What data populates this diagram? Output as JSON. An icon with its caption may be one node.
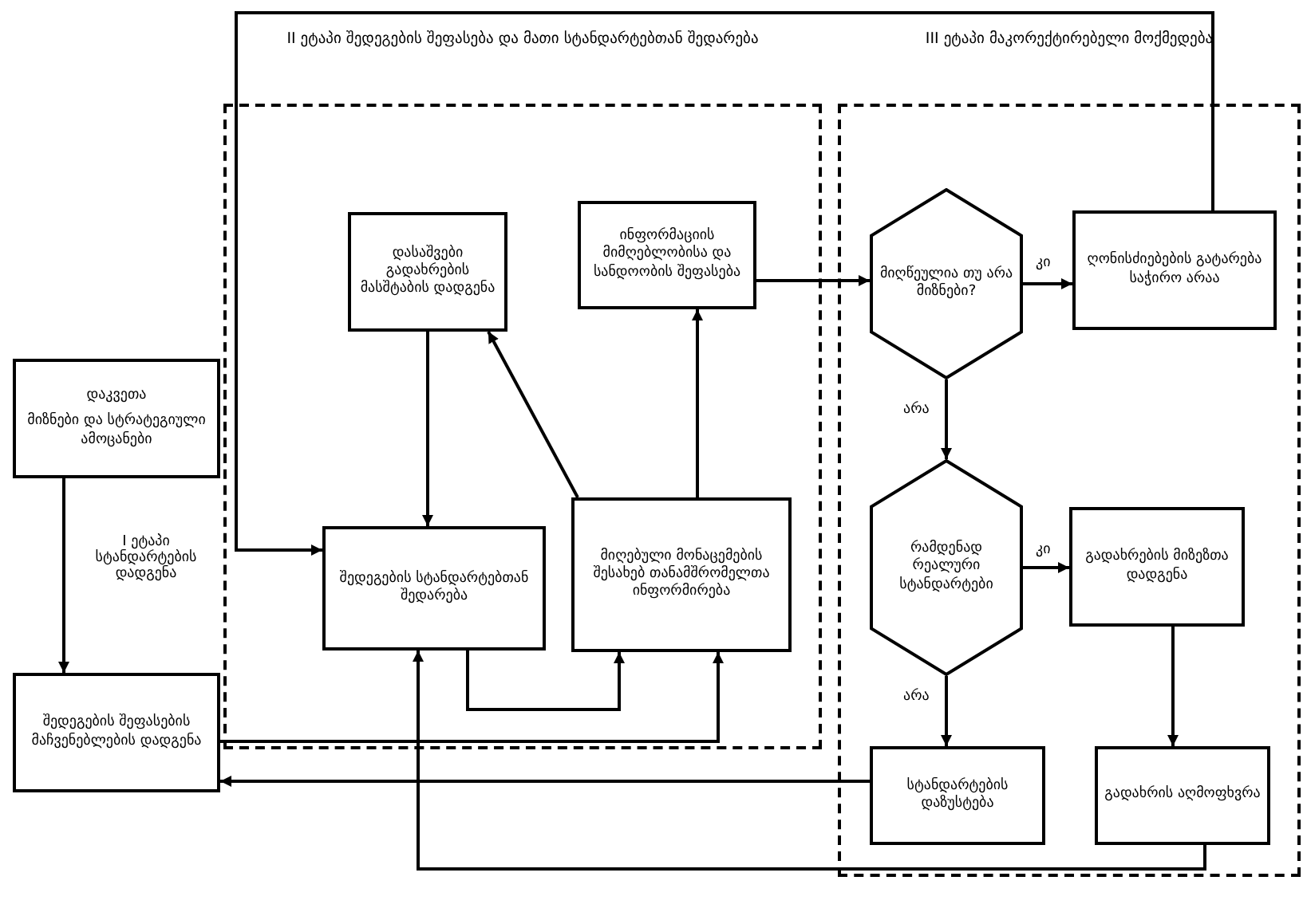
{
  "diagram": {
    "nodes": [
      {
        "text": [
          "II ეტაპი შედეგების შეფასება და მათი სტანდარტებთან შედარება"
        ]
      },
      {
        "text": [
          "III ეტაპი მაკორექტირებელი მოქმედება"
        ]
      },
      {
        "text": [
          "დაკვეთა",
          "მიზნები და სტრატეგიული ამოცანები"
        ]
      },
      {
        "text": [
          "შედეგების შეფასების მაჩვენებლების დადგენა"
        ]
      },
      {
        "text": [
          "დასაშვები გადახრების მასშტაბის დადგენა"
        ],
        "in": 0
      },
      {
        "text": [
          "ინფორმაციის მიმღებლობისა და სანდოობის შეფასება"
        ],
        "in": 0
      },
      {
        "text": [
          "შედეგების სტანდარტებთან შედარება"
        ],
        "in": 0
      },
      {
        "text": [
          "მიღებული მონაცემების შესახებ თანამშრომელთა ინფორმირება"
        ],
        "in": 0
      },
      {
        "text": [
          "მიღწეულია თუ არა მიზნები?"
        ],
        "in": 1
      },
      {
        "text": [
          "ღონისძიებების გატარება საჭირო არაა"
        ],
        "in": 1
      },
      {
        "text": [
          "რამდენად რეალური სტანდარტები"
        ],
        "in": 1
      },
      {
        "text": [
          "გადახრების მიზეზთა დადგენა"
        ],
        "in": 1
      },
      {
        "text": [
          "სტანდარტების დაზუსტება"
        ],
        "in": 1
      },
      {
        "text": [
          "გადახრის აღმოფხვრა"
        ],
        "in": 1
      }
    ],
    "edges": [
      {
        "from": 2,
        "to": 3,
        "arrow": "to"
      },
      {
        "from": 3,
        "to": 7,
        "arrow": "to"
      },
      {
        "from": 6,
        "to": 7,
        "arrow": "to"
      },
      {
        "from": 4,
        "to": 6,
        "arrow": "to"
      },
      {
        "from": 7,
        "to": 4,
        "arrow": "to"
      },
      {
        "from": 7,
        "to": 5,
        "arrow": "to"
      },
      {
        "from": 5,
        "to": 8,
        "arrow": "to"
      },
      {
        "from": 8,
        "to": 9,
        "arrow": "to",
        "label": "კი"
      },
      {
        "from": 8,
        "to": 10,
        "arrow": "to",
        "label": "არა"
      },
      {
        "from": 10,
        "to": 11,
        "arrow": "to",
        "label": "კი"
      },
      {
        "from": 10,
        "to": 12,
        "arrow": "to",
        "label": "არა"
      },
      {
        "from": 11,
        "to": 13,
        "arrow": "to"
      },
      {
        "from": 12,
        "to": 3,
        "arrow": "to"
      },
      {
        "from": 13,
        "to": 6,
        "arrow": "to"
      },
      {
        "from": 9,
        "to": 6,
        "arrow": "to"
      }
    ],
    "labels": [
      "I ეტაპი სტანდარტების დადგენა"
    ]
  }
}
